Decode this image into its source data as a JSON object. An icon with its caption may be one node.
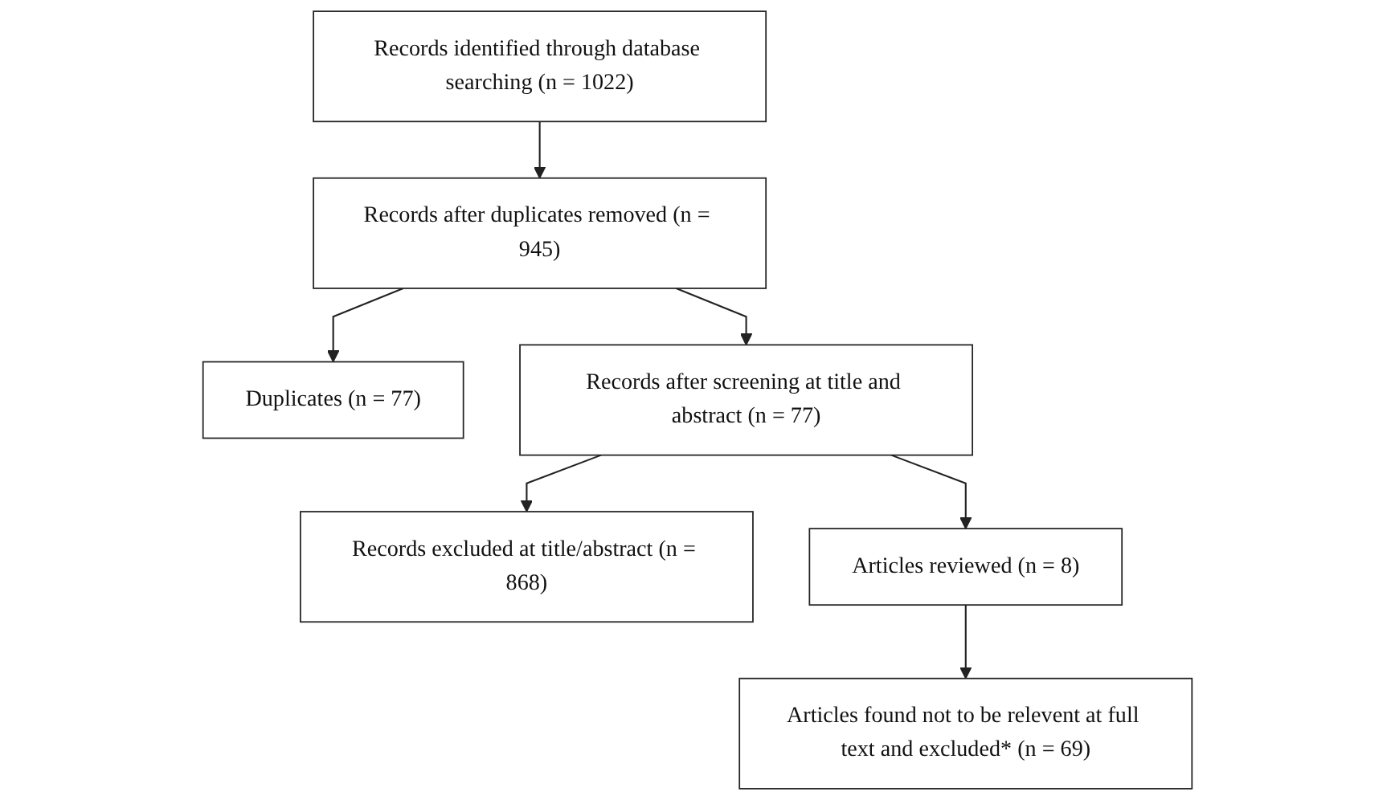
{
  "diagram": {
    "nodes": [
      {
        "text": [
          "Records identified through database searching (n = 1022)"
        ]
      },
      {
        "text": [
          "Records after duplicates removed (n = 945)"
        ]
      },
      {
        "text": [
          "Duplicates (n = 77)"
        ]
      },
      {
        "text": [
          "Records after screening at title and abstract (n = 77)"
        ]
      },
      {
        "text": [
          "Records excluded at title/abstract (n = 868)"
        ]
      },
      {
        "text": [
          "Articles reviewed (n = 8)"
        ]
      },
      {
        "text": [
          "Articles found not to be relevent at full text and excluded* (n = 69)"
        ]
      }
    ],
    "edges": [
      {
        "from": 0,
        "to": 1,
        "arrow": "to"
      },
      {
        "from": 1,
        "to": 2,
        "arrow": "to"
      },
      {
        "from": 1,
        "to": 3,
        "arrow": "to"
      },
      {
        "from": 3,
        "to": 4,
        "arrow": "to"
      },
      {
        "from": 3,
        "to": 5,
        "arrow": "to"
      },
      {
        "from": 5,
        "to": 6,
        "arrow": "to"
      }
    ]
  }
}
